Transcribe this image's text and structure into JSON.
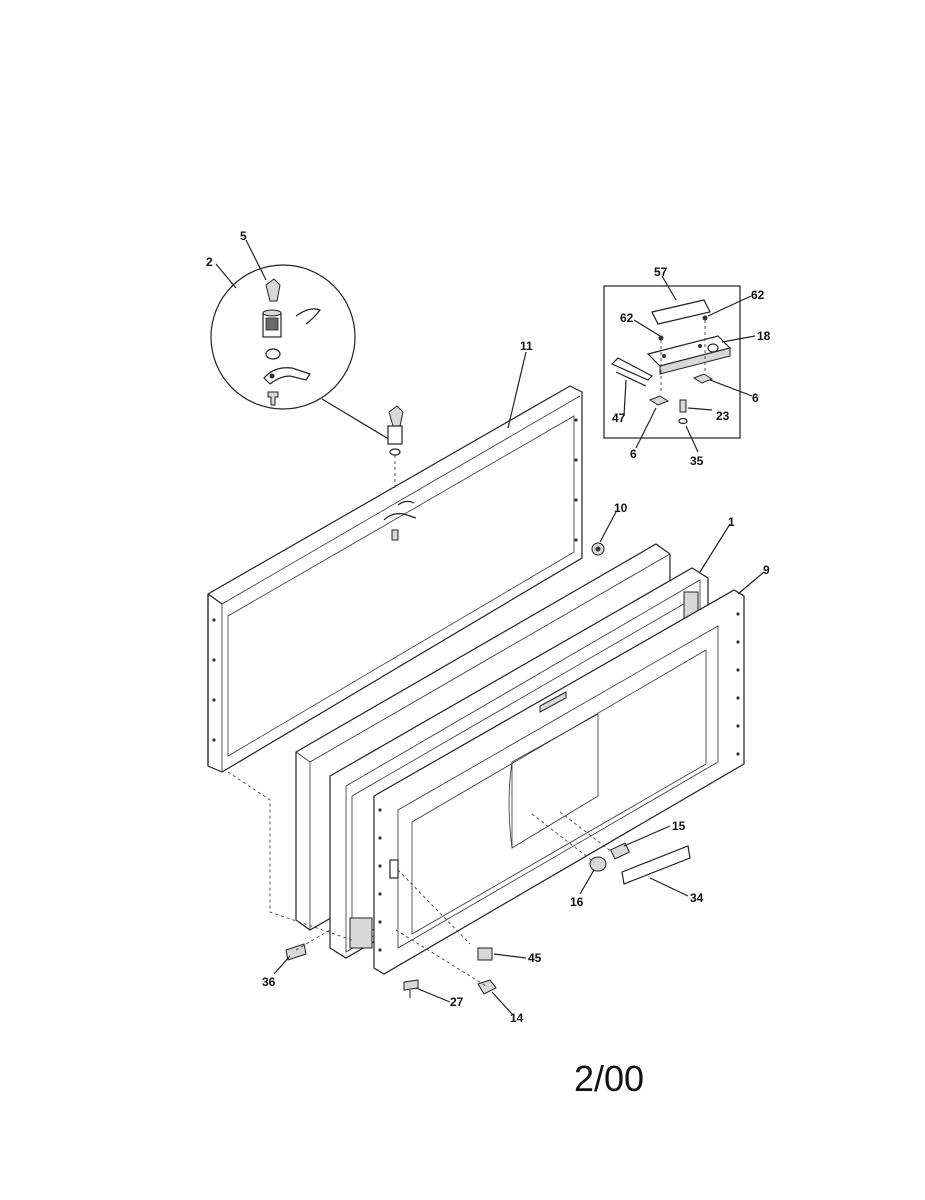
{
  "diagram": {
    "callouts": {
      "c5": "5",
      "c2": "2",
      "c11": "11",
      "c57": "57",
      "c62a": "62",
      "c62b": "62",
      "c18": "18",
      "c47": "47",
      "c6a": "6",
      "c6b": "6",
      "c23": "23",
      "c35": "35",
      "c10": "10",
      "c1": "1",
      "c9": "9",
      "c15": "15",
      "c16": "16",
      "c34": "34",
      "c45": "45",
      "c36": "36",
      "c27": "27",
      "c14": "14"
    },
    "date": "2/00"
  }
}
